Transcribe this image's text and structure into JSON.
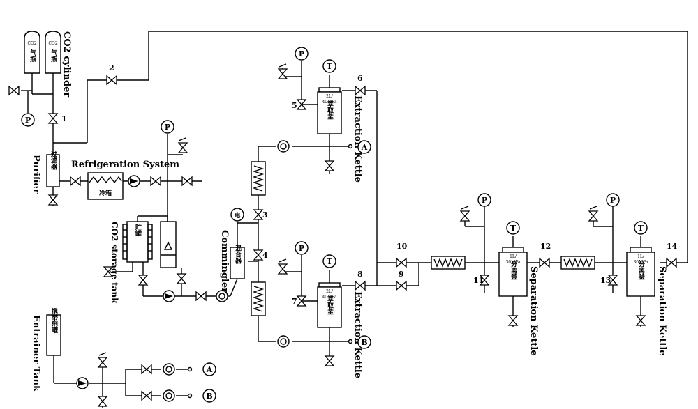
{
  "labels": {
    "co2_cylinder": "CO2 cylinder",
    "purifier": "Purifier",
    "refrigeration_system": "Refrigeration System",
    "co2_storage_tank": "CO2 storage tank",
    "commingler": "Commingler",
    "extraction_kettle": "Extraction Kettle",
    "separation_kettle": "Separation Kettle",
    "entrainer_tank": "Entrainer Tank"
  },
  "chinese": {
    "cylinder_top": "CO2",
    "cylinder_body": "气瓶",
    "purifier": "过滤器",
    "cooler": "冷箱",
    "storage": "贮罐",
    "mixer": "混合器",
    "extractor": "萃取釜",
    "separator": "分离釜",
    "entrainer": "携带剂罐",
    "electric": "电"
  },
  "specs": {
    "extractor_vol": "2L/",
    "extractor_press": "40MPa",
    "separator_vol": "1L/",
    "separator_press": "30MPa"
  },
  "gauges": {
    "pressure": "P",
    "temperature": "T"
  },
  "connectors": {
    "a": "A",
    "b": "B"
  },
  "valves": [
    "1",
    "2",
    "3",
    "4",
    "5",
    "6",
    "7",
    "8",
    "9",
    "10",
    "11",
    "12",
    "13",
    "14"
  ]
}
